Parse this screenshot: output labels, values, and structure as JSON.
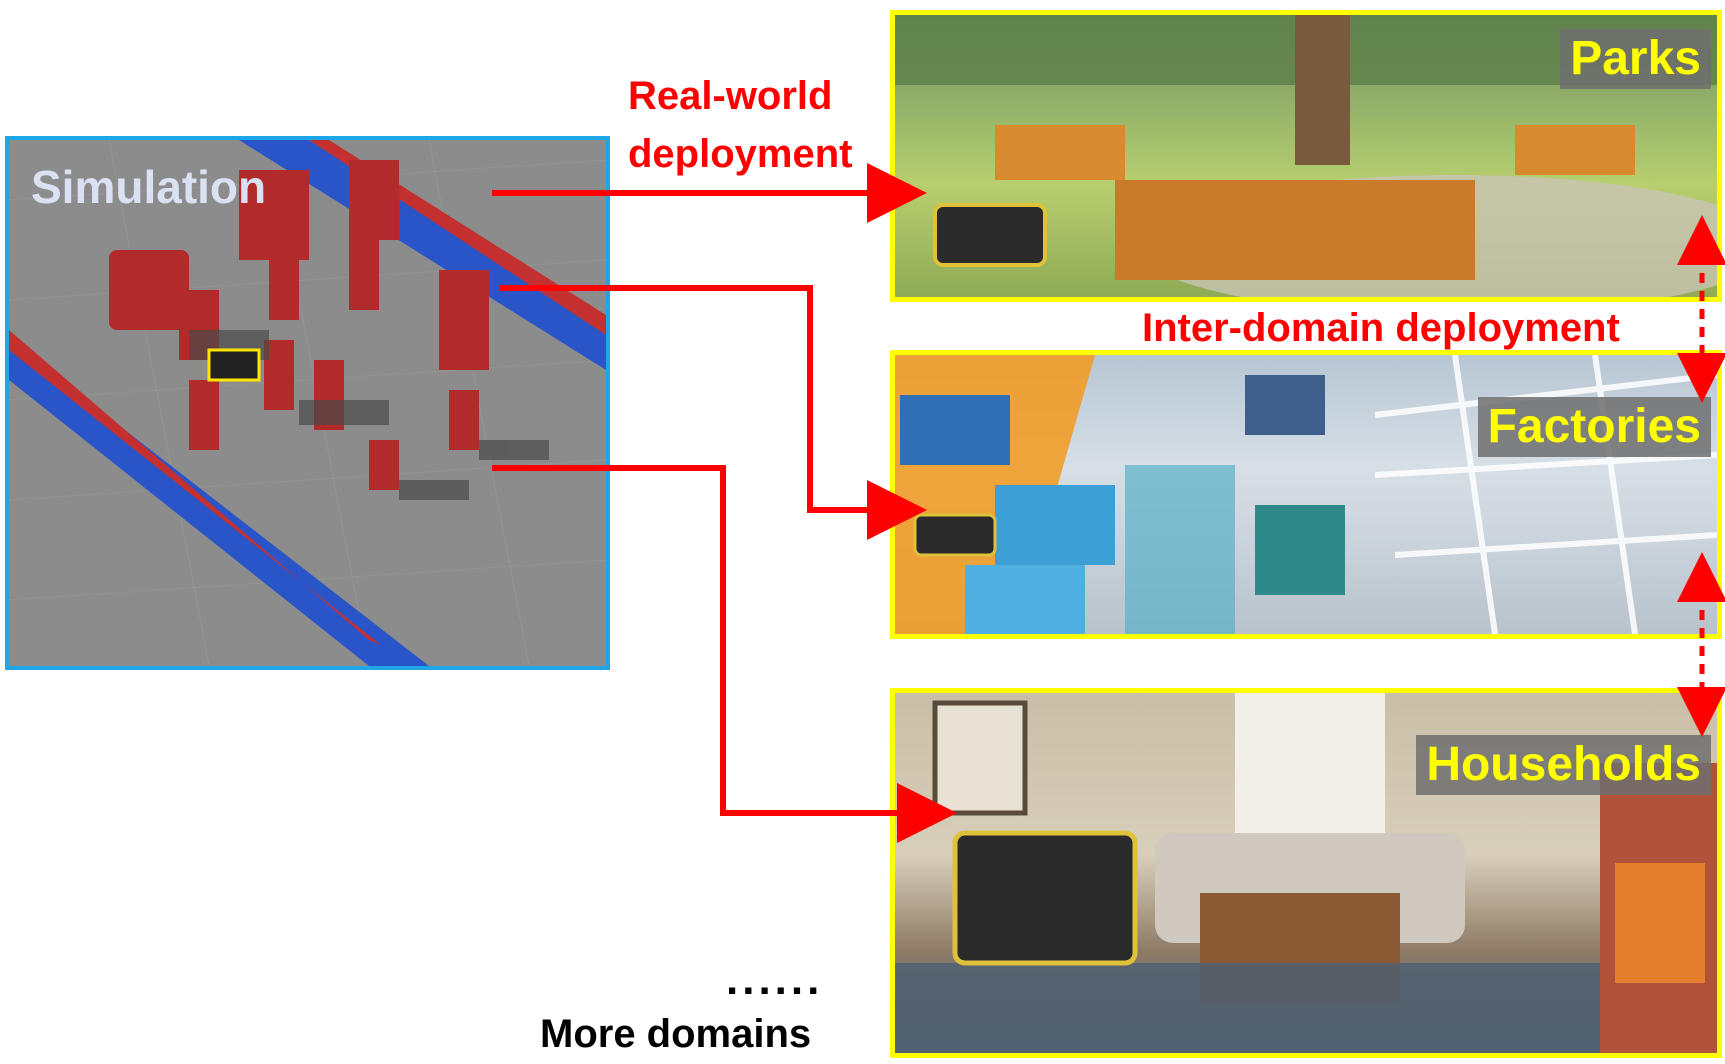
{
  "simulation": {
    "label": "Simulation"
  },
  "real_world": {
    "line1": "Real-world",
    "line2": "deployment"
  },
  "inter_domain": {
    "label": "Inter-domain deployment"
  },
  "domains": [
    {
      "label": "Parks"
    },
    {
      "label": "Factories"
    },
    {
      "label": "Households"
    }
  ],
  "more": {
    "dots": "......",
    "label": "More domains"
  },
  "colors": {
    "arrow": "#ff0000",
    "scene_border": "#ffff00",
    "sim_border": "#1ea7e8",
    "scene_label": "#ffff00"
  }
}
